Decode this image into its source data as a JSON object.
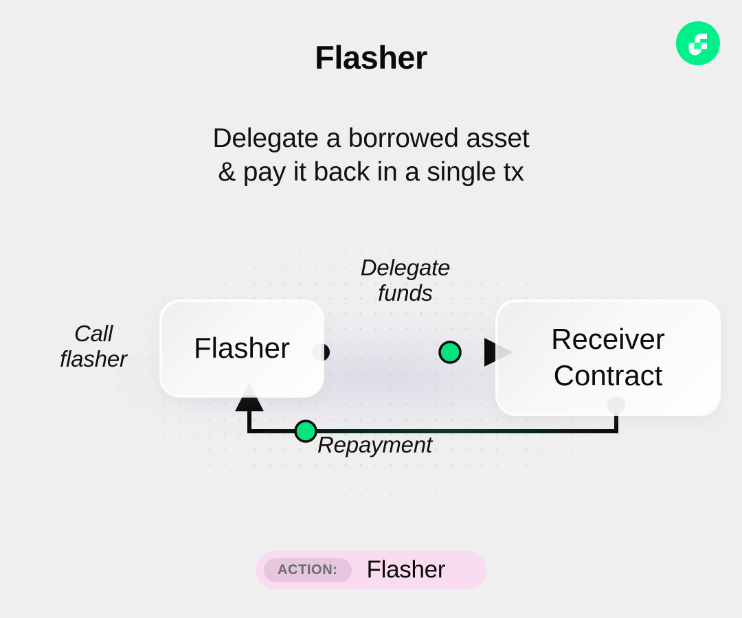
{
  "header": {
    "title": "Flasher",
    "logo_icon": "flow-logo-icon",
    "logo_color": "#00ef8b"
  },
  "subtitle": {
    "line1": "Delegate a borrowed asset",
    "line2": "& pay it back in a single tx"
  },
  "diagram": {
    "nodes": [
      {
        "id": "flasher",
        "label": "Flasher"
      },
      {
        "id": "receiver",
        "label_line1": "Receiver",
        "label_line2": "Contract"
      }
    ],
    "labels": {
      "call_flasher_line1": "Call",
      "call_flasher_line2": "flasher",
      "delegate_funds_line1": "Delegate",
      "delegate_funds_line2": "funds",
      "repayment": "Repayment"
    },
    "colors": {
      "accent_green": "#05e27e",
      "connector_black": "#0a0a0a",
      "background": "#f0efef",
      "dot_grid": "#d9d9d9"
    }
  },
  "action_badge": {
    "chip_label": "ACTION:",
    "value": "Flasher",
    "pill_color": "#f9dcef",
    "chip_color": "#e6c6de"
  }
}
